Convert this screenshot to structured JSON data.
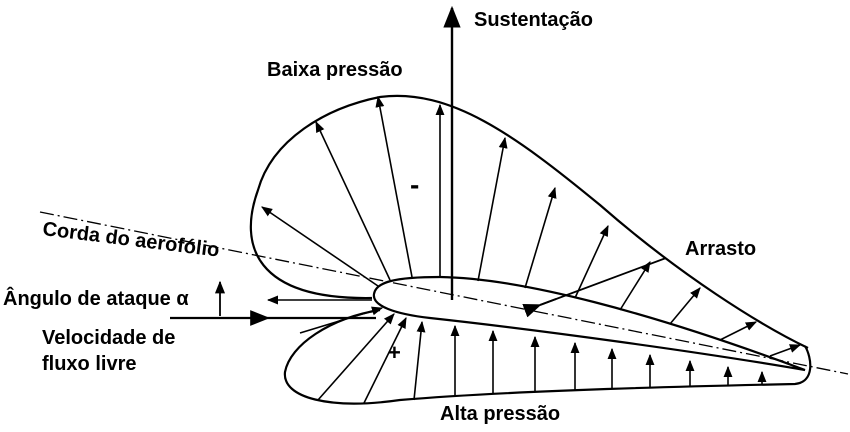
{
  "labels": {
    "lift": "Sustentação",
    "low_pressure": "Baixa pressão",
    "drag": "Arrasto",
    "chord": "Corda do aerofólio",
    "angle_of_attack": "Ângulo de ataque α",
    "freestream_line1": "Velocidade de",
    "freestream_line2": "fluxo livre",
    "high_pressure": "Alta pressão",
    "minus_sign": "-",
    "plus_sign": "+"
  }
}
